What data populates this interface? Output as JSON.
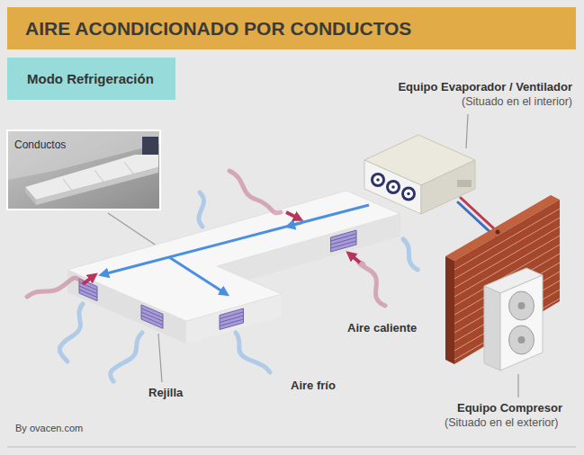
{
  "diagram": {
    "title": "AIRE ACONDICIONADO POR CONDUCTOS",
    "nodes": [
      {
        "text": [
          "Modo Refrigeración"
        ]
      },
      {
        "text": [
          "Conductos"
        ]
      }
    ],
    "labels": [
      "Equipo Evaporador / Ventilador",
      "(Situado en el interior)",
      "Aire caliente",
      "Rejilla",
      "Aire frío",
      "Equipo Compresor",
      "(Situado en el exterior)",
      "By ovacen.com"
    ]
  }
}
